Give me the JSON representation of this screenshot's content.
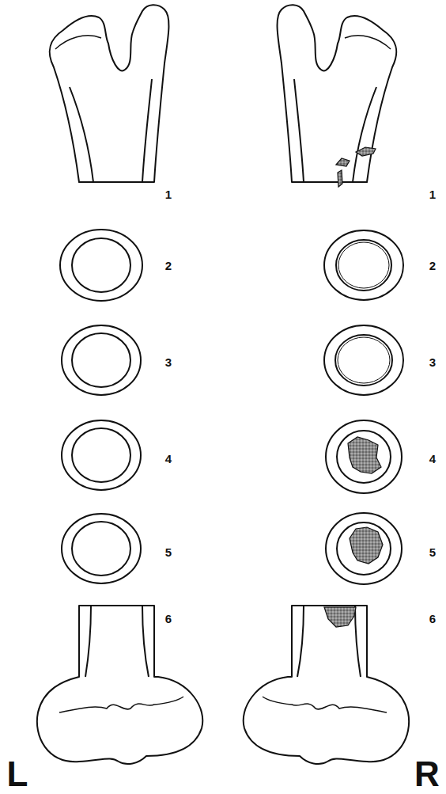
{
  "diagram": {
    "labels": [
      "1",
      "1",
      "2",
      "2",
      "3",
      "3",
      "4",
      "4",
      "5",
      "5",
      "6",
      "6",
      "L",
      "R"
    ]
  }
}
